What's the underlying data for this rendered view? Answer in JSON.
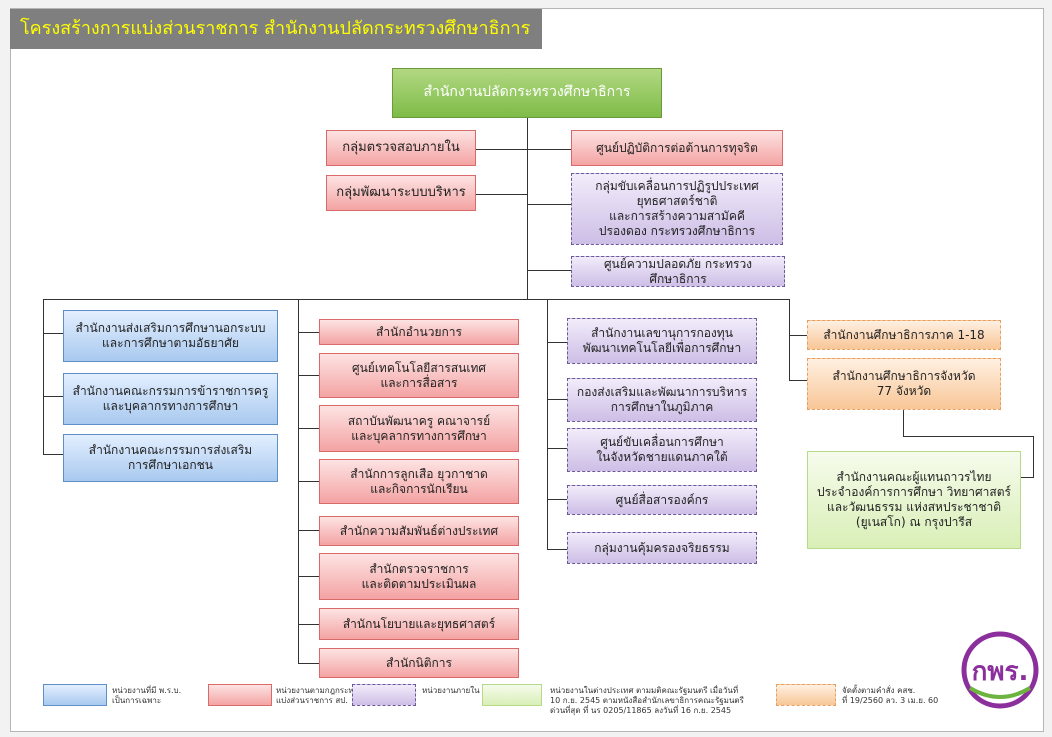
{
  "title": "โครงสร้างการแบ่งส่วนราชการ สำนักงานปลัดกระทรวงศึกษาธิการ",
  "root": "สำนักงานปลัดกระทรวงศึกษาธิการ",
  "upper_left": [
    "กลุ่มตรวจสอบภายใน",
    "กลุ่มพัฒนาระบบบริหาร"
  ],
  "upper_right": [
    "ศูนย์ปฏิบัติการต่อต้านการทุจริต",
    "กลุ่มขับเคลื่อนการปฏิรูปประเทศ\nยุทธศาสตร์ชาติ\nและการสร้างความสามัคคี\nปรองดอง กระทรวงศึกษาธิการ",
    "ศูนย์ความปลอดภัย กระทรวงศึกษาธิการ"
  ],
  "col1": [
    "สำนักงานส่งเสริมการศึกษานอกระบบ\nและการศึกษาตามอัธยาศัย",
    "สำนักงานคณะกรรมการข้าราชการครู\nและบุคลากรทางการศึกษา",
    "สำนักงานคณะกรรมการส่งเสริม\nการศึกษาเอกชน"
  ],
  "col2": [
    "สำนักอำนวยการ",
    "ศูนย์เทคโนโลยีสารสนเทศ\nและการสื่อสาร",
    "สถาบันพัฒนาครู คณาจารย์\nและบุคลากรทางการศึกษา",
    "สำนักการลูกเสือ ยุวกาชาด\nและกิจการนักเรียน",
    "สำนักความสัมพันธ์ต่างประเทศ",
    "สำนักตรวจราชการ\nและติดตามประเมินผล",
    "สำนักนโยบายและยุทธศาสตร์",
    "สำนักนิติการ"
  ],
  "col3": [
    "สำนักงานเลขานุการกองทุน\nพัฒนาเทคโนโลยีเพื่อการศึกษา",
    "กองส่งเสริมและพัฒนาการบริหาร\nการศึกษาในภูมิภาค",
    "ศูนย์ขับเคลื่อนการศึกษา\nในจังหวัดชายแดนภาคใต้",
    "ศูนย์สื่อสารองค์กร",
    "กลุ่มงานคุ้มครองจริยธรรม"
  ],
  "col4": [
    "สำนักงานศึกษาธิการภาค 1-18",
    "สำนักงานศึกษาธิการจังหวัด\n77 จังหวัด"
  ],
  "overseas": "สำนักงานคณะผู้แทนถาวรไทย\nประจำองค์การการศึกษา วิทยาศาสตร์\nและวัฒนธรรม แห่งสหประชาชาติ\n(ยูเนสโก) ณ กรุงปารีส",
  "legend": [
    {
      "color": "blue",
      "text": "หน่วยงานที่มี พ.ร.บ.\nเป็นการเฉพาะ"
    },
    {
      "color": "red",
      "text": "หน่วยงานตามกฎกระทรวง\nแบ่งส่วนราชการ สป."
    },
    {
      "color": "purple",
      "text": "หน่วยงานภายใน"
    },
    {
      "color": "green",
      "text": "หน่วยงานในต่างประเทศ ตามมติคณะรัฐมนตรี เมื่อวันที่\n10 ก.ย. 2545 ตามหนังสือสำนักเลขาธิการคณะรัฐมนตรี\nด่วนที่สุด ที่ นร 0205/11865 ลงวันที่ 16 ก.ย. 2545"
    },
    {
      "color": "orange",
      "text": "จัดตั้งตามคำสั่ง คสช.\nที่ 19/2560 ลว. 3 เม.ย. 60"
    }
  ],
  "logo_text": "กพร.",
  "colors": {
    "title_bg": "#7f7f7f",
    "title_fg": "#ffff00",
    "root": "#7ebc48",
    "red": "#f4a3a3",
    "blue": "#a9c9ef",
    "purple": "#cdbee6",
    "orange": "#f8c696",
    "green": "#d9efb7",
    "logo": "#8b2f9c"
  }
}
